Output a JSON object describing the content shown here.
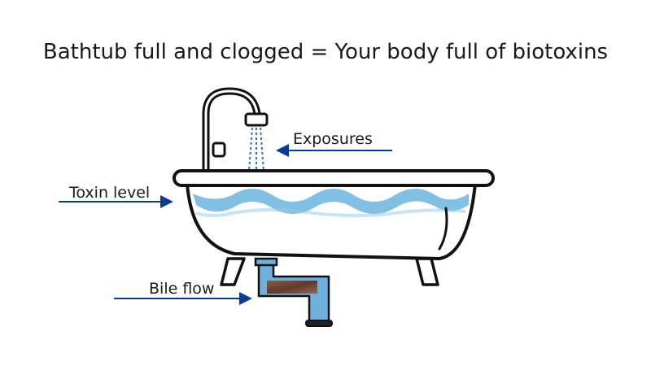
{
  "title": "Bathtub full and clogged = Your body full of biotoxins",
  "labels": {
    "exposures": "Exposures",
    "toxin_level": "Toxin level",
    "bile_flow": "Bile flow"
  },
  "colors": {
    "outline": "#111111",
    "water": "#74b9e0",
    "pipe": "#6fb1dc",
    "clog": "#7a4a32",
    "arrow": "#0d3b8f",
    "faucet_stream": "#2f6fb8"
  }
}
